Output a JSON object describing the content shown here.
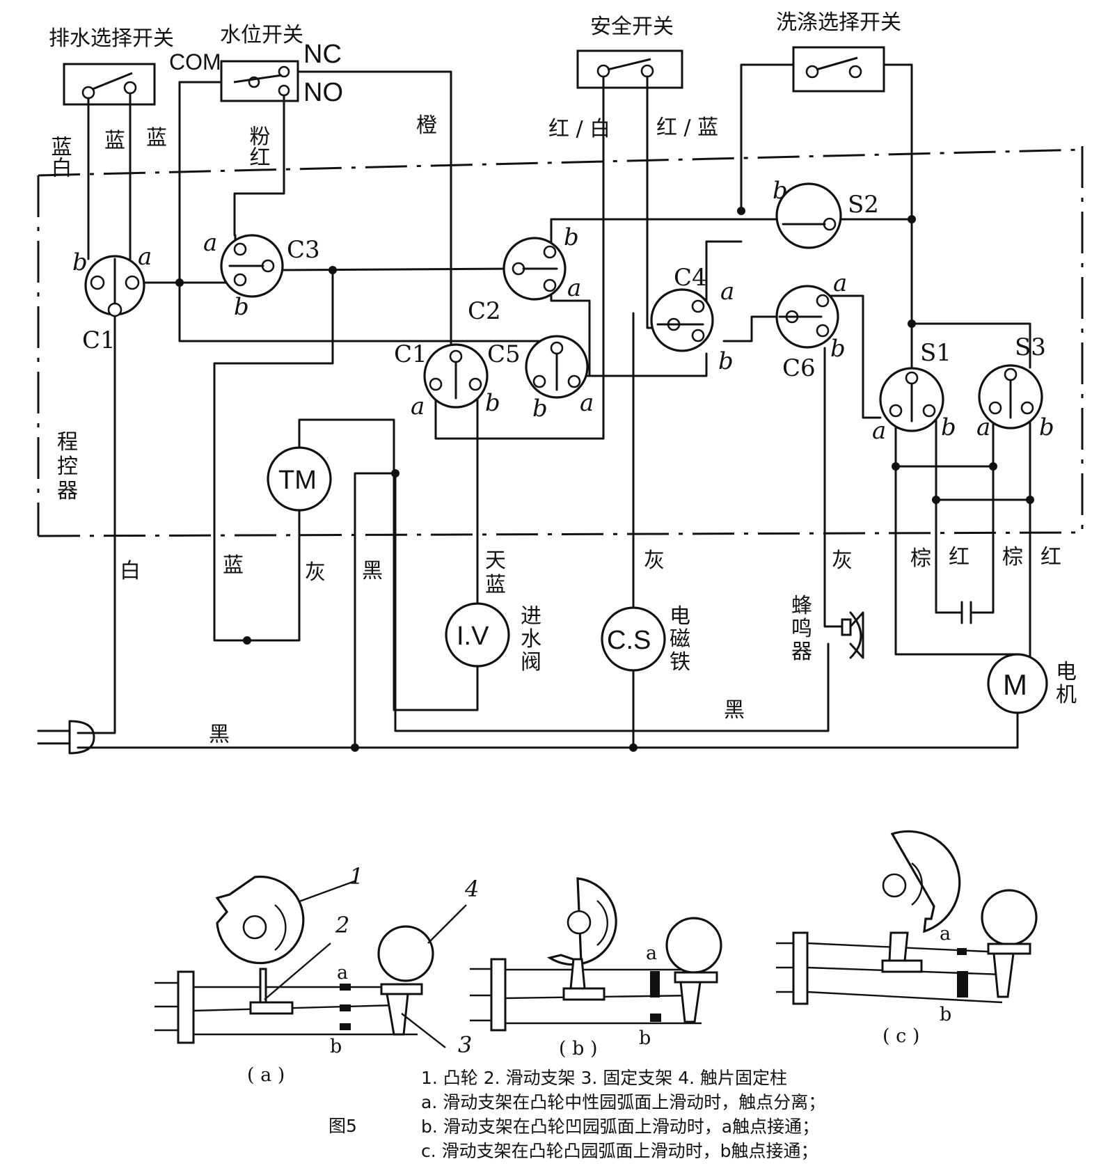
{
  "switches": {
    "drain_select": "排水选择开关",
    "water_level": "水位开关",
    "safety": "安全开关",
    "wash_select": "洗涤选择开关",
    "com": "COM",
    "nc": "NC",
    "no": "NO"
  },
  "wire_colors_top": {
    "blue_white": "蓝白",
    "blue1": "蓝",
    "blue2": "蓝",
    "pink_red": "粉红",
    "orange": "橙",
    "red_white": "红 / 白",
    "red_blue": "红 / 蓝"
  },
  "cams": {
    "C1": "C1",
    "C1b": "C1",
    "C2": "C2",
    "C3": "C3",
    "C4": "C4",
    "C5": "C5",
    "C6": "C6",
    "S1": "S1",
    "S2": "S2",
    "S3": "S3",
    "a": "a",
    "b": "b"
  },
  "controller": "程控器",
  "wire_colors_bottom": {
    "white": "白",
    "blue": "蓝",
    "gray1": "灰",
    "black1": "黑",
    "sky_blue": "天蓝",
    "gray2": "灰",
    "gray3": "灰",
    "brown1": "棕",
    "red1": "红",
    "brown2": "棕",
    "red2": "红",
    "black_mid": "黑",
    "black_left": "黑"
  },
  "components": {
    "tm": "TM",
    "iv": "I.V",
    "iv_name": "进水阀",
    "cs": "C.S",
    "cs_name": "电磁铁",
    "buzzer": "蜂鸣器",
    "motor": "M",
    "motor_name": "电机"
  },
  "mech": {
    "n1": "1",
    "n2": "2",
    "n3": "3",
    "n4": "4",
    "a": "a",
    "b": "b",
    "cap_a": "( a )",
    "cap_b": "( b )",
    "cap_c": "( c )"
  },
  "legend": {
    "line1": "1. 凸轮  2. 滑动支架  3. 固定支架  4. 触片固定柱",
    "line2": "a. 滑动支架在凸轮中性园弧面上滑动时，触点分离；",
    "line3": "b. 滑动支架在凸轮凹园弧面上滑动时，a触点接通；",
    "line4": "c. 滑动支架在凸轮凸园弧面上滑动时，b触点接通；"
  },
  "figure_label": "图5"
}
